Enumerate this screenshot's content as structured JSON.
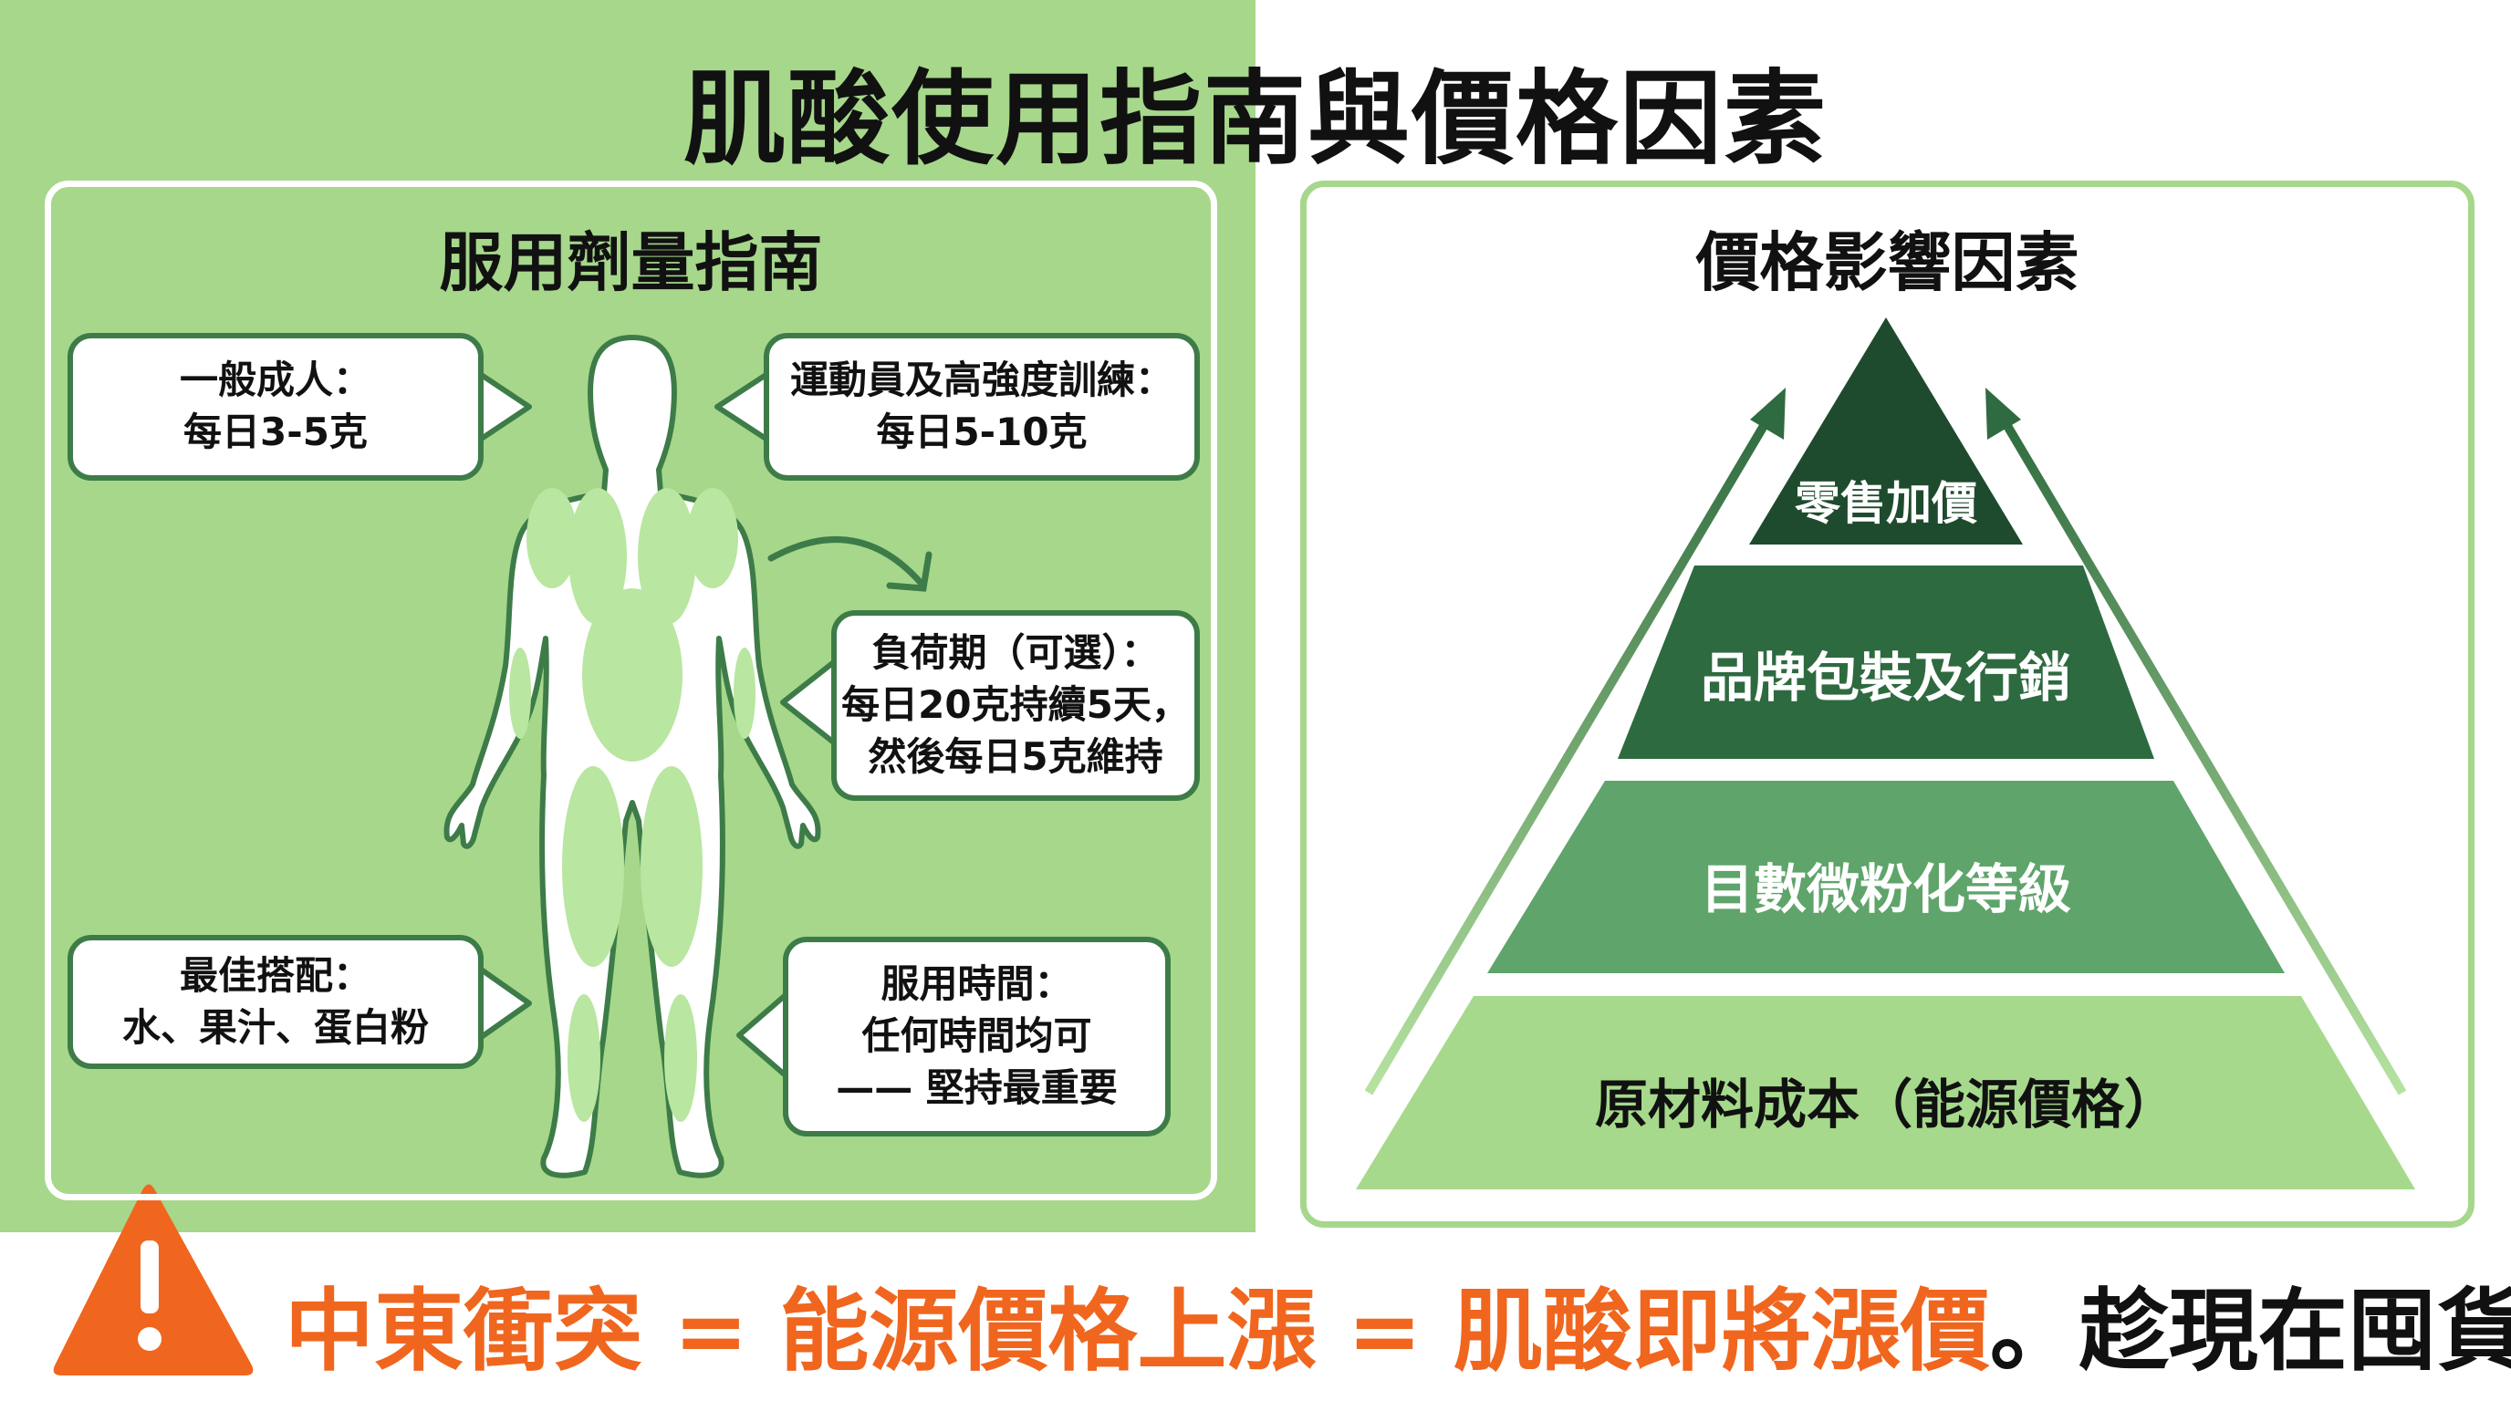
{
  "title": "肌酸使用指南與價格因素",
  "dosage_panel": {
    "heading": "服用劑量指南",
    "callouts": [
      {
        "lines": [
          "一般成人：",
          "每日3-5克"
        ]
      },
      {
        "lines": [
          "運動員及高強度訓練：",
          "每日5-10克"
        ]
      },
      {
        "lines": [
          "負荷期（可選）：",
          "每日20克持續5天，",
          "然後每日5克維持"
        ]
      },
      {
        "lines": [
          "最佳搭配：",
          "水、果汁、蛋白粉"
        ]
      },
      {
        "lines": [
          "服用時間：",
          "任何時間均可",
          "—— 堅持最重要"
        ]
      }
    ]
  },
  "price_panel": {
    "heading": "價格影響因素",
    "tiers": [
      {
        "label": "零售加價",
        "color": "#1e4b2e"
      },
      {
        "label": "品牌包裝及行銷",
        "color": "#2e6a40"
      },
      {
        "label": "目數微粉化等級",
        "color": "#5fa46b"
      },
      {
        "label": "原材料成本（能源價格）",
        "color": "#a6d98c"
      }
    ]
  },
  "warning": {
    "icon": "warning-triangle-icon",
    "highlight": "中東衝突 = 能源價格上漲 = 肌酸即將漲價",
    "tail": "。趁現在囤貨！",
    "highlight_color": "#f0661e"
  },
  "colors": {
    "panel_green": "#a6d78b",
    "outline_green": "#3d7c48"
  }
}
